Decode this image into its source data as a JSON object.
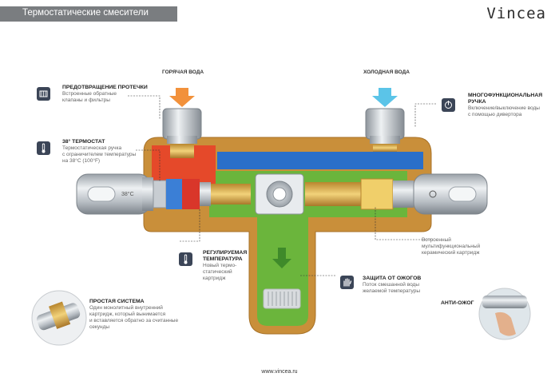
{
  "header": {
    "title": "Термостатические смесители",
    "logo": "Vincea"
  },
  "inlets": {
    "hot": "ГОРЯЧАЯ ВОДА",
    "cold": "ХОЛОДНАЯ ВОДА"
  },
  "features": {
    "leak": {
      "title": "ПРЕДОТВРАЩЕНИЕ ПРОТЕЧКИ",
      "lines": [
        "Встроенные обратные",
        "клапаны и фильтры"
      ]
    },
    "thermostat": {
      "title": "38° ТЕРМОСТАТ",
      "lines": [
        "Термостатическая ручка",
        "с ограничителем температуры",
        "на 38°С (100°F)"
      ]
    },
    "multi": {
      "title_lines": [
        "МНОГОФУНКЦИОНАЛЬНАЯ",
        "РУЧКА"
      ],
      "lines": [
        "Включение/выключение воды",
        "с помощью дивертора"
      ]
    },
    "cartridge": {
      "lines": [
        "Встроенный",
        "мультифункциональный",
        "керамический картридж"
      ]
    },
    "regulated": {
      "title_lines": [
        "РЕГУЛИРУЕМАЯ",
        "ТЕМПЕРАТУРА"
      ],
      "lines": [
        "Новый термо-",
        "статический",
        "картридж"
      ]
    },
    "burn": {
      "title": "ЗАЩИТА ОТ ОЖОГОВ",
      "lines": [
        "Поток смешанной воды",
        "желаемой температуры"
      ]
    },
    "simple": {
      "title": "ПРОСТАЯ СИСТЕМА",
      "lines": [
        "Один монолитный внутренний",
        "картридж, который вынимается",
        "и вставляется обратно за считанные",
        "секунды"
      ]
    },
    "antiburn": {
      "title": "АНТИ-ОЖОГ"
    }
  },
  "knob_temp": "38°C",
  "footer": {
    "url": "www.vincea.ru"
  },
  "colors": {
    "hot": "#e5492a",
    "cold": "#2a6fc9",
    "mixed": "#6bb53c",
    "body": "#c98f3a",
    "chrome": "#c8cdd2",
    "icon_bg": "#3b4557"
  }
}
